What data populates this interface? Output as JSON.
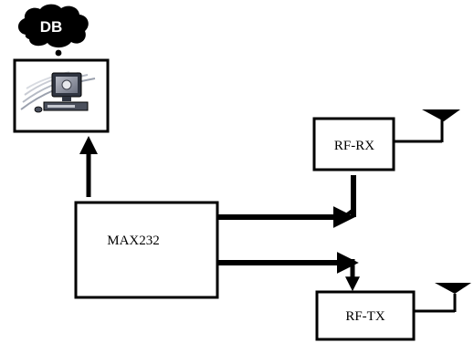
{
  "diagram": {
    "database_label": "DB",
    "max232_label": "MAX232",
    "rf_rx_label": "RF-RX",
    "rf_tx_label": "RF-TX"
  }
}
